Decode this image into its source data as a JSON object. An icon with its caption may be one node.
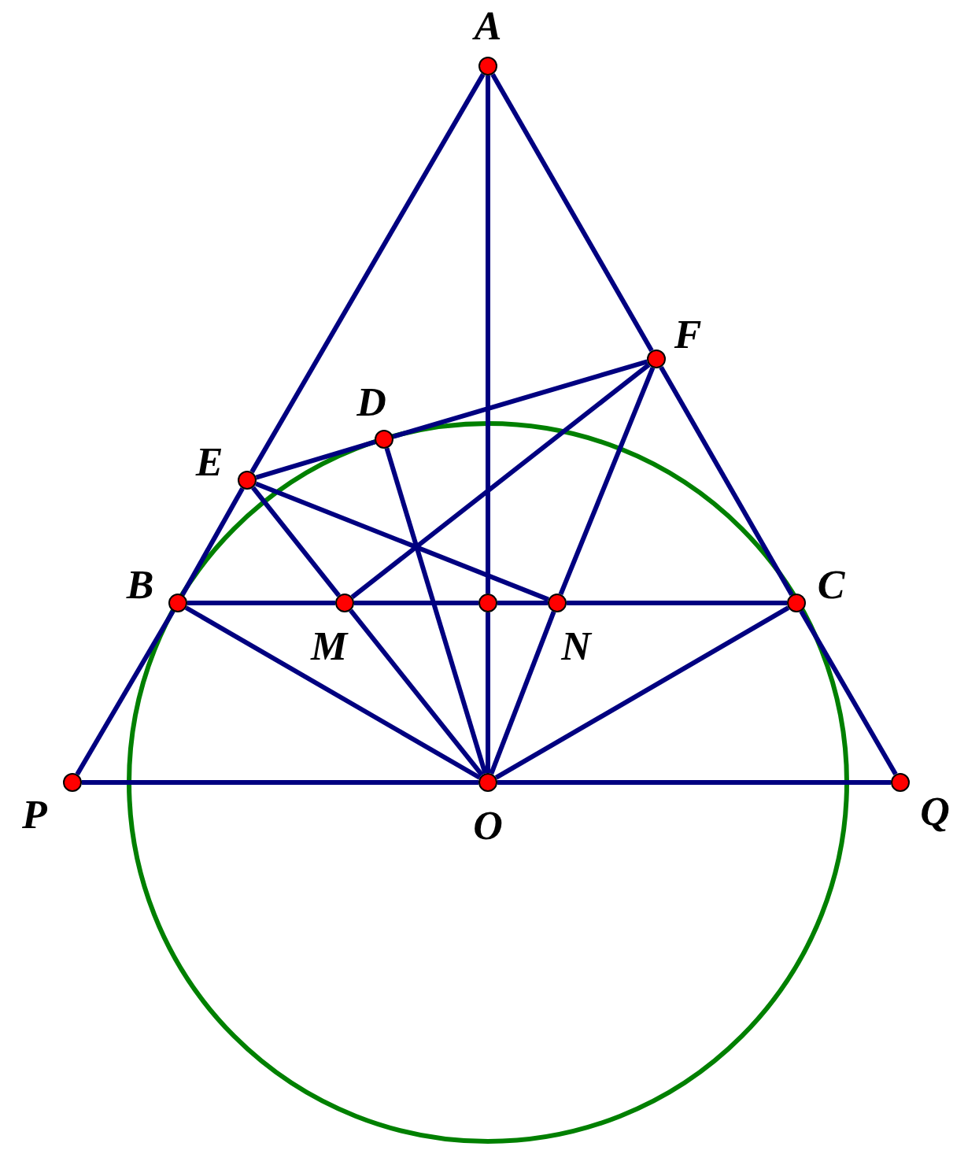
{
  "diagram": {
    "nodes": [
      {
        "text": [
          "A"
        ]
      },
      {
        "text": [
          "F"
        ]
      },
      {
        "text": [
          "D"
        ]
      },
      {
        "text": [
          "E"
        ]
      },
      {
        "text": [
          "B"
        ]
      },
      {
        "text": [
          "M"
        ]
      },
      {
        "text": [],
        "shape": "circle"
      },
      {
        "text": [
          "N"
        ]
      },
      {
        "text": [
          "C"
        ]
      },
      {
        "text": [
          "P"
        ]
      },
      {
        "text": [
          "O"
        ]
      },
      {
        "text": [
          "Q"
        ]
      }
    ],
    "edges": [
      {
        "from": 0,
        "to": 3,
        "arrow": "none"
      },
      {
        "from": 3,
        "to": 4,
        "arrow": "none"
      },
      {
        "from": 4,
        "to": 9,
        "arrow": "none"
      },
      {
        "from": 0,
        "to": 1,
        "arrow": "none"
      },
      {
        "from": 1,
        "to": 8,
        "arrow": "none"
      },
      {
        "from": 8,
        "to": 11,
        "arrow": "none"
      },
      {
        "from": 9,
        "to": 10,
        "arrow": "none"
      },
      {
        "from": 10,
        "to": 11,
        "arrow": "none"
      },
      {
        "from": 0,
        "to": 6,
        "arrow": "none"
      },
      {
        "from": 6,
        "to": 10,
        "arrow": "none"
      },
      {
        "from": 4,
        "to": 5,
        "arrow": "none"
      },
      {
        "from": 5,
        "to": 6,
        "arrow": "none"
      },
      {
        "from": 6,
        "to": 7,
        "arrow": "none"
      },
      {
        "from": 7,
        "to": 8,
        "arrow": "none"
      },
      {
        "from": 3,
        "to": 2,
        "arrow": "none"
      },
      {
        "from": 2,
        "to": 1,
        "arrow": "none"
      },
      {
        "from": 3,
        "to": 5,
        "arrow": "none"
      },
      {
        "from": 5,
        "to": 10,
        "arrow": "none"
      },
      {
        "from": 1,
        "to": 7,
        "arrow": "none"
      },
      {
        "from": 7,
        "to": 10,
        "arrow": "none"
      },
      {
        "from": 2,
        "to": 10,
        "arrow": "none"
      },
      {
        "from": 3,
        "to": 7,
        "arrow": "none"
      },
      {
        "from": 1,
        "to": 5,
        "arrow": "none"
      },
      {
        "from": 4,
        "to": 10,
        "arrow": "none"
      },
      {
        "from": 8,
        "to": 10,
        "arrow": "none"
      }
    ]
  }
}
